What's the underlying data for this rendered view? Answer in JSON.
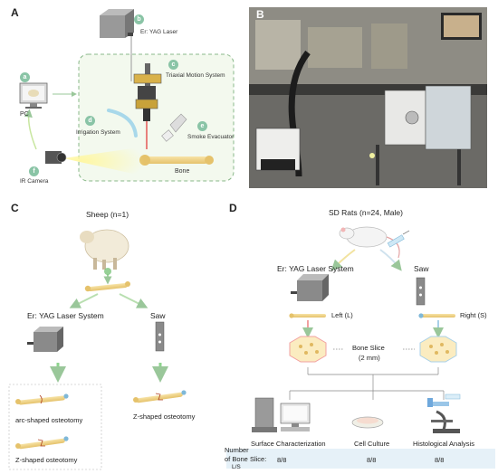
{
  "panelA": {
    "letter": "A",
    "components": [
      {
        "key": "a",
        "label": "PC"
      },
      {
        "key": "b",
        "label": "Er:  YAG Laser"
      },
      {
        "key": "c",
        "label": "Triaxial Motion System"
      },
      {
        "key": "d",
        "label": "Irrigation System"
      },
      {
        "key": "e",
        "label": "Smoke Evacuator"
      },
      {
        "key": "f",
        "label": "IR Camera"
      }
    ],
    "bone_label": "Bone"
  },
  "panelB": {
    "letter": "B"
  },
  "panelC": {
    "letter": "C",
    "subject": "Sheep (n=1)",
    "laser": "Er: YAG Laser System",
    "saw": "Saw",
    "arc": "arc-shaped osteotomy",
    "z_laser": "Z-shaped osteotomy",
    "z_saw": "Z-shaped osteotomy"
  },
  "panelD": {
    "letter": "D",
    "subject": "SD Rats (n=24, Male)",
    "laser": "Er: YAG Laser System",
    "saw": "Saw",
    "left": "Left (L)",
    "right": "Right (S)",
    "slice": "Bone Slice",
    "slice_size": "(2 mm)",
    "analyses": [
      {
        "name": "Surface Characterization",
        "count": "8/8"
      },
      {
        "name": "Cell Culture",
        "count": "8/8"
      },
      {
        "name": "Histological Analysis",
        "count": "8/8"
      }
    ],
    "count_label_1": "Number",
    "count_label_2": "of Bone Slice:",
    "count_label_3": "L/S"
  },
  "colors": {
    "accent_green": "#8ac4a6",
    "arrow_green": "#6cc36c",
    "bone": "#f0d58c",
    "band": "#e6f1f8"
  }
}
